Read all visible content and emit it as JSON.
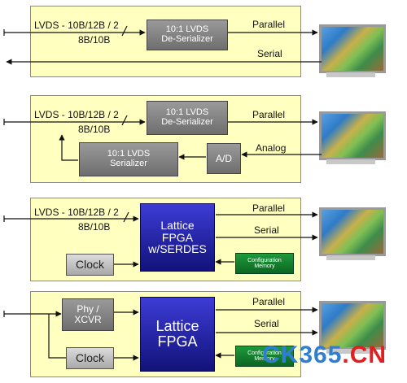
{
  "panels": [
    {
      "lvds_label": "LVDS - 10B/12B / 2",
      "enc_label": "8B/10B",
      "block": "10:1 LVDS\nDe-Serializer",
      "out_top": "Parallel",
      "out_bottom": "Serial"
    },
    {
      "lvds_label": "LVDS - 10B/12B / 2",
      "enc_label": "8B/10B",
      "block_top": "10:1 LVDS\nDe-Serializer",
      "block_bottom": "10:1 LVDS\nSerializer",
      "ad": "A/D",
      "out_top": "Parallel",
      "out_bottom": "Analog"
    },
    {
      "lvds_label": "LVDS - 10B/12B / 2",
      "enc_label": "8B/10B",
      "fpga": "Lattice\nFPGA\nw/SERDES",
      "clock": "Clock",
      "config": "Configuration\nMemory",
      "out_top": "Parallel",
      "out_bottom": "Serial"
    },
    {
      "phy": "Phy /\nXCVR",
      "fpga": "Lattice\nFPGA",
      "clock": "Clock",
      "config": "Configuration\nMemory",
      "out_top": "Parallel",
      "out_bottom": "Serial"
    }
  ],
  "watermark": {
    "part1": "CK365",
    "part2": ".CN"
  }
}
